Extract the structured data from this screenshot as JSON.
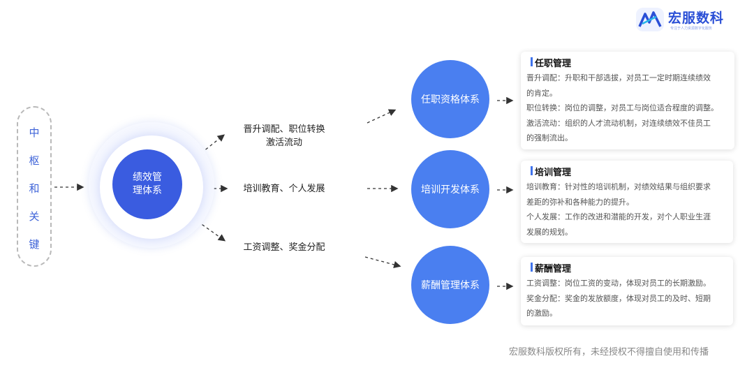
{
  "logo": {
    "name": "宏服数科",
    "slogan": "专注于人力资源数字化服务"
  },
  "hub": {
    "chars": [
      "中",
      "枢",
      "和",
      "关",
      "键"
    ]
  },
  "core": {
    "line1": "绩效管",
    "line2": "理体系"
  },
  "branches": {
    "top": {
      "line1": "晋升调配、职位转换",
      "line2": "激活流动"
    },
    "middle": {
      "text": "培训教育、个人发展"
    },
    "bottom": {
      "text": "工资调整、奖金分配"
    }
  },
  "systems": {
    "appointment": "任职资格体系",
    "training": "培训开发体系",
    "salary": "薪酬管理体系"
  },
  "cards": {
    "appointment": {
      "title": "任职管理",
      "lines": [
        "晋升调配：升职和干部选拔，对员工一定时期连续绩效",
        "的肯定。",
        "职位转换：岗位的调整，对员工与岗位适合程度的调整。",
        "激活流动：组织的人才流动机制，对连续绩效不佳员工",
        "的强制流出。"
      ]
    },
    "training": {
      "title": "培训管理",
      "lines": [
        "培训教育：针对性的培训机制，对绩效结果与组织要求",
        "差距的弥补和各种能力的提升。",
        "个人发展：工作的改进和潜能的开发，对个人职业生涯",
        "发展的规划。"
      ]
    },
    "salary": {
      "title": "薪酬管理",
      "lines": [
        "工资调整：岗位工资的变动，体现对员工的长期激励。",
        "奖金分配：奖金的发放额度，体现对员工的及时、短期",
        "的激励。"
      ]
    }
  },
  "footer": "宏服数科版权所有，未经授权不得擅自使用和传播",
  "colors": {
    "core": "#3a5ce0",
    "system": "#4a7ff0",
    "accent_bar": "#3f73ec",
    "hub_text": "#3e63d8"
  }
}
